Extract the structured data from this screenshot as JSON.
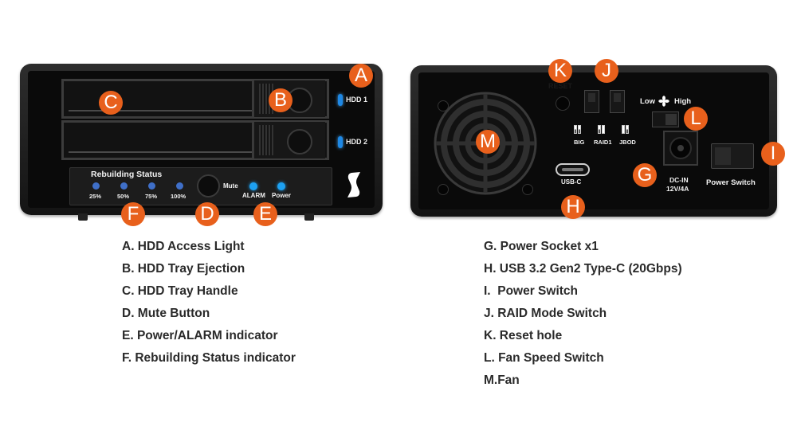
{
  "front": {
    "hdd1_label": "HDD 1",
    "hdd2_label": "HDD 2",
    "rebuilding_title": "Rebuilding Status",
    "rebuild_levels": [
      "25%",
      "50%",
      "75%",
      "100%"
    ],
    "mute_label": "Mute",
    "alarm_label": "ALARM",
    "power_label": "Power"
  },
  "back": {
    "reset_label": "RESET",
    "fan_low_label": "Low",
    "fan_high_label": "High",
    "mode_labels": [
      "BIG",
      "RAID1",
      "JBOD"
    ],
    "usbc_label": "USB-C",
    "dcin_label_line1": "DC-IN",
    "dcin_label_line2": "12V/4A",
    "power_switch_label": "Power Switch"
  },
  "markers": {
    "A": "A",
    "B": "B",
    "C": "C",
    "D": "D",
    "E": "E",
    "F": "F",
    "G": "G",
    "H": "H",
    "I": "I",
    "J": "J",
    "K": "K",
    "L": "L",
    "M": "M"
  },
  "legend_left": [
    "A. HDD Access Light",
    "B. HDD Tray Ejection",
    "C. HDD Tray Handle",
    "D. Mute Button",
    "E. Power/ALARM indicator",
    "F. Rebuilding Status indicator"
  ],
  "legend_right": [
    "G. Power Socket x1",
    "H. USB 3.2 Gen2 Type-C (20Gbps)",
    "I.  Power Switch",
    "J. RAID Mode Switch",
    "K. Reset hole",
    "L. Fan Speed Switch",
    "M.Fan"
  ],
  "colors": {
    "marker": "#e8601c",
    "led_blue": "#1da1f2",
    "status_dot": "#3f6fc8",
    "chassis": "#1a1a1a"
  },
  "icons": [
    "fan-icon",
    "stardom-logo-icon"
  ]
}
